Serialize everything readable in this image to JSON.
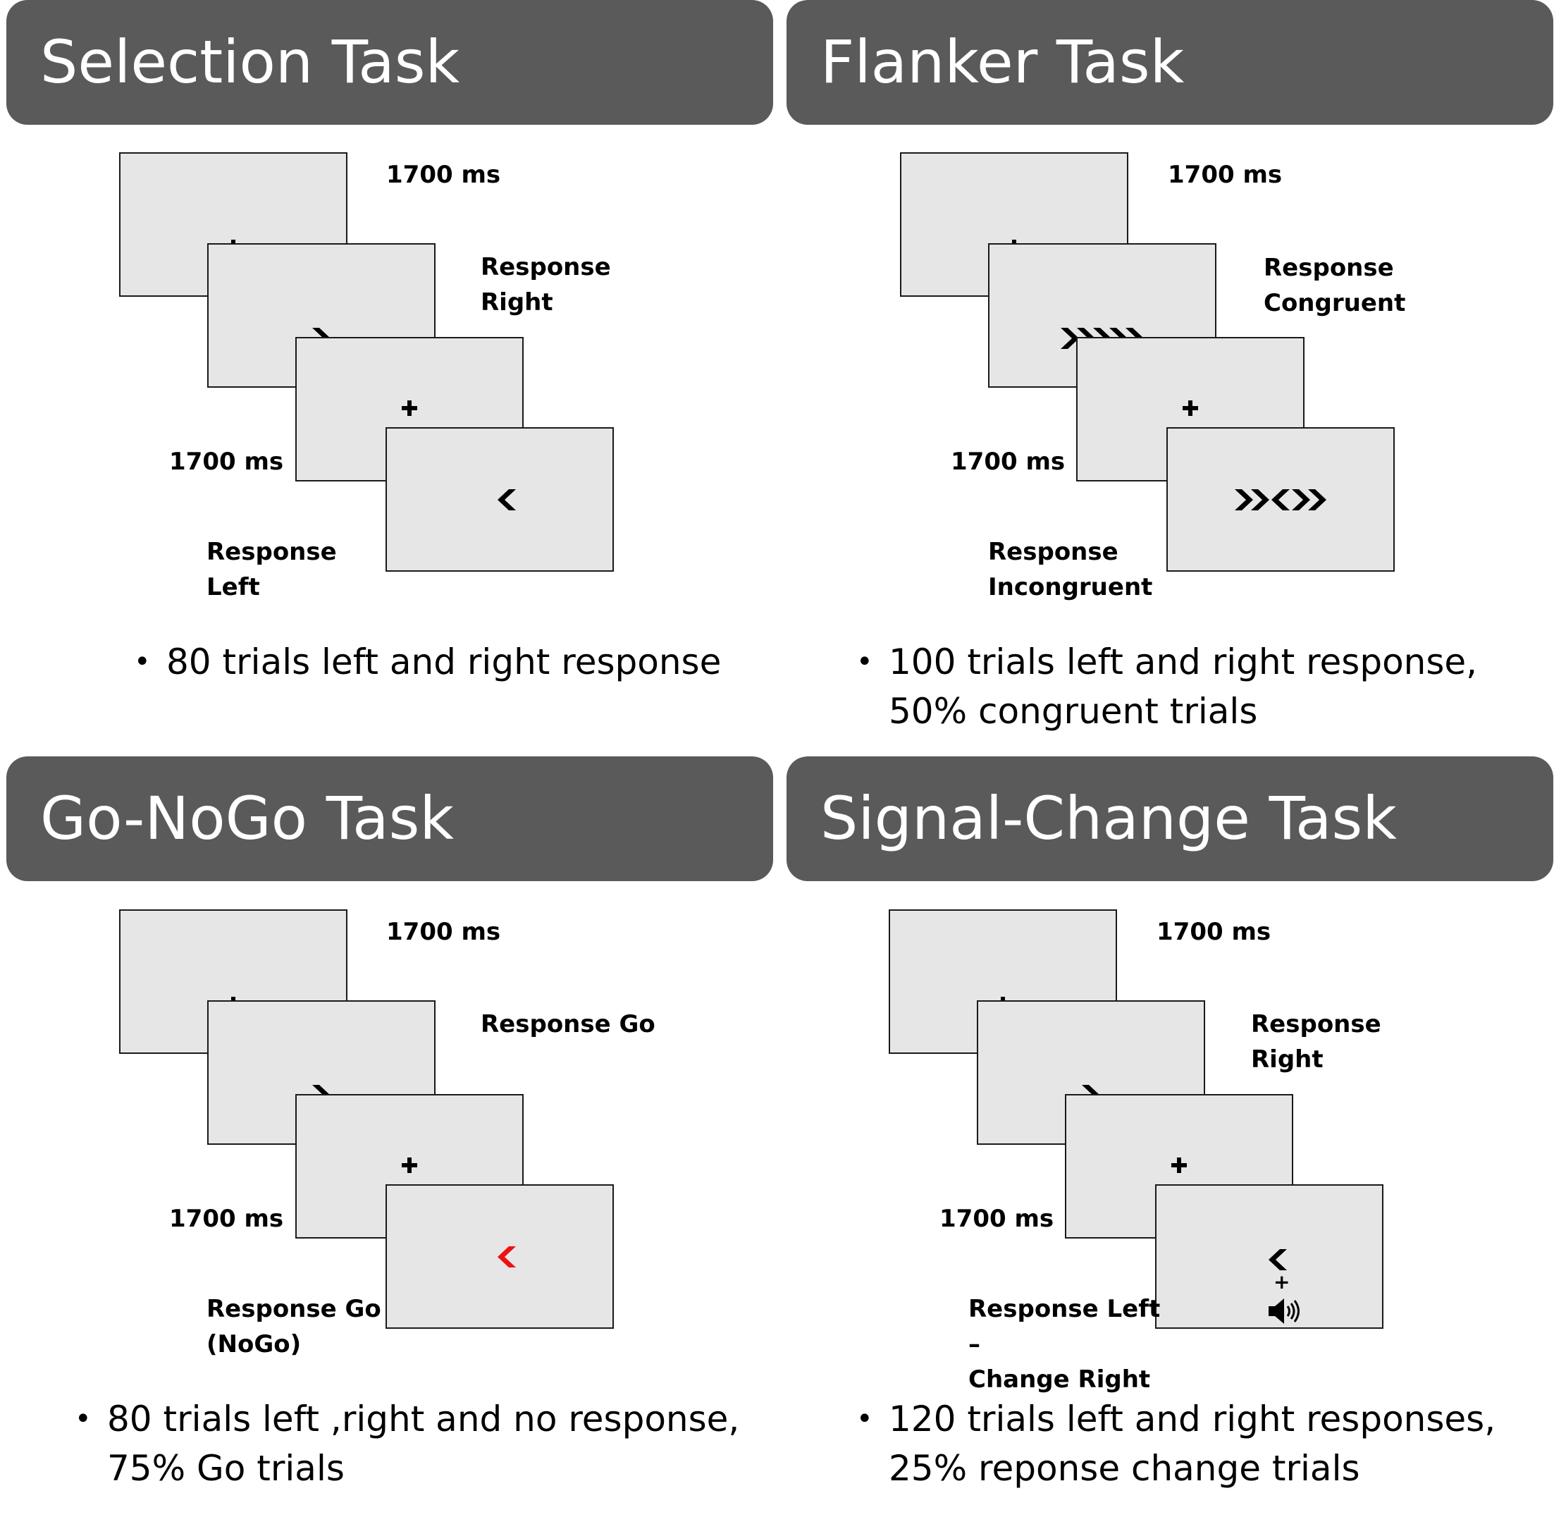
{
  "panels": {
    "selection": {
      "title": "Selection Task",
      "timing_top": "1700 ms",
      "response_1": [
        "Response",
        "Right"
      ],
      "timing_bottom": "1700 ms",
      "response_2": [
        "Response",
        "Left"
      ],
      "bullet": [
        "80 trials left and right response"
      ],
      "stimuli": [
        "fixation-cross",
        "right-arrow",
        "fixation-cross",
        "left-arrow"
      ]
    },
    "flanker": {
      "title": "Flanker Task",
      "timing_top": "1700 ms",
      "response_1": [
        "Response",
        "Congruent"
      ],
      "timing_bottom": "1700 ms",
      "response_2": [
        "Response",
        "Incongruent"
      ],
      "bullet": [
        "100 trials left and right response,",
        "50% congruent trials"
      ],
      "stimuli": [
        "fixation-cross",
        "arrows-right-right-right-right-right",
        "fixation-cross",
        "arrows-right-right-left-right-right"
      ]
    },
    "gonogo": {
      "title": "Go-NoGo Task",
      "timing_top": "1700 ms",
      "response_1": [
        "Response Go"
      ],
      "timing_bottom": "1700 ms",
      "response_2": [
        "Response Go",
        "(NoGo)"
      ],
      "bullet": [
        "80 trials left ,right and no response,",
        "75% Go trials"
      ],
      "stimuli": [
        "fixation-cross",
        "right-arrow",
        "fixation-cross",
        "left-arrow-red"
      ],
      "nogo_color": "#ee1111"
    },
    "signal": {
      "title": "Signal-Change Task",
      "timing_top": "1700 ms",
      "response_1": [
        "Response",
        "Right"
      ],
      "timing_bottom": "1700 ms",
      "response_2": [
        "Response Left",
        "–",
        "Change Right"
      ],
      "bullet": [
        "120 trials left and right responses,",
        "25% reponse change trials"
      ],
      "stimuli": [
        "fixation-cross",
        "right-arrow",
        "fixation-cross",
        "left-arrow-plus-speaker"
      ],
      "plus_sign": "+"
    }
  },
  "colors": {
    "header_bg": "#5a5a5a",
    "screen_bg": "#e6e6e6",
    "nogo": "#ee1111"
  }
}
